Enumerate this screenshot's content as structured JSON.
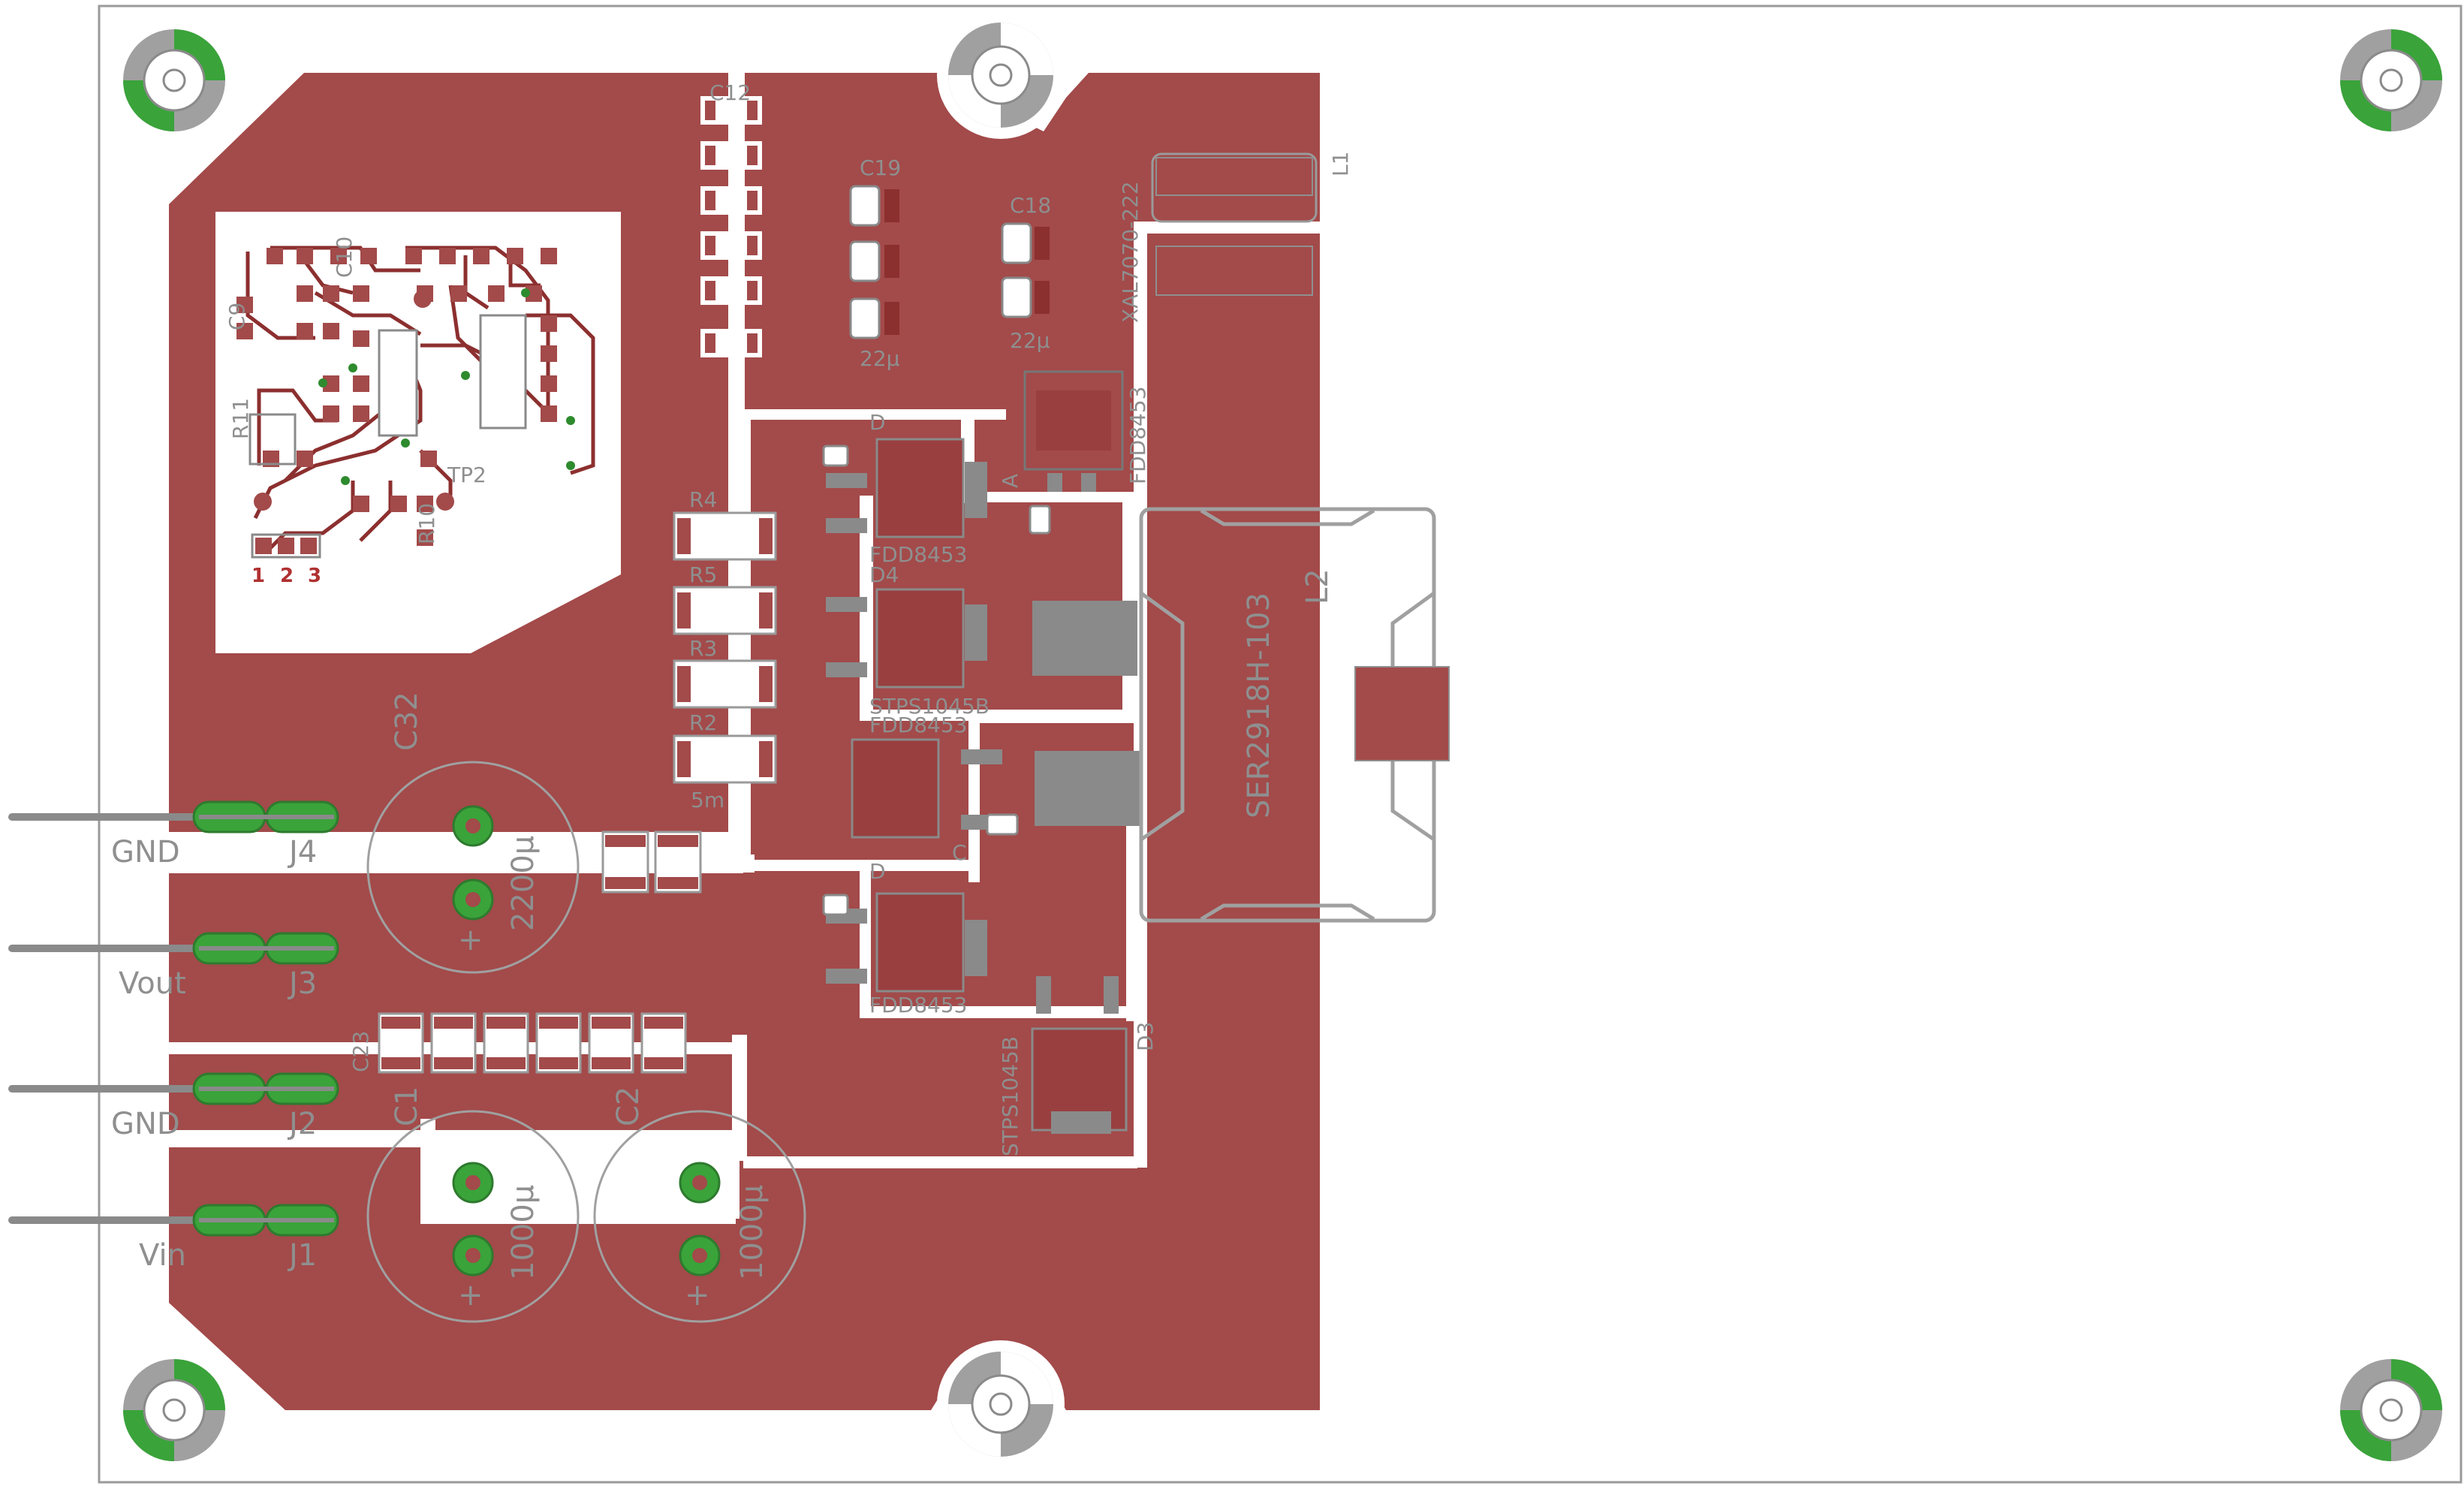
{
  "board": {
    "title": "PCB top layer view",
    "colors": {
      "copper": "#a34a4a",
      "silkscreen": "#9b9b9b",
      "pad_green": "#3aa33a",
      "outline": "#888888",
      "background": "#ffffff",
      "trace": "#8c2f2f"
    }
  },
  "connectors": [
    {
      "ref": "J4",
      "net": "GND"
    },
    {
      "ref": "J3",
      "net": "Vout"
    },
    {
      "ref": "J2",
      "net": "GND"
    },
    {
      "ref": "J1",
      "net": "Vin"
    }
  ],
  "labels": {
    "c12": "C12",
    "c19": "C19",
    "c18": "C18",
    "c19_val": "22µ",
    "c18_val": "22µ",
    "l1": "L1",
    "l1_val": "XAL7070-222",
    "l2": "L2",
    "l2_val": "SER2918H-103",
    "fdd_top": "FDD8453",
    "q_upper": "FDD8453",
    "d4": "D4",
    "d4_val": "STPS1045B",
    "q_middle": "FDD8453",
    "q_lower": "FDD8453",
    "d3": "D3",
    "d3_val": "STPS1045B",
    "r4": "R4",
    "r5": "R5",
    "r3": "R3",
    "r2": "R2",
    "r_val": "5m",
    "c32": "C32",
    "c32_val": "2200µ",
    "c1": "C1",
    "c1_val": "1000µ",
    "c2": "C2",
    "c2_val": "1000µ",
    "c23": "C23",
    "c9": "C9",
    "c10": "C10",
    "r11": "R11",
    "r10": "R10",
    "tp2": "TP2",
    "pin1": "1",
    "pin2": "2",
    "pin3": "3",
    "plus": "+",
    "mark_d": "D",
    "mark_a": "A",
    "mark_c": "C"
  }
}
